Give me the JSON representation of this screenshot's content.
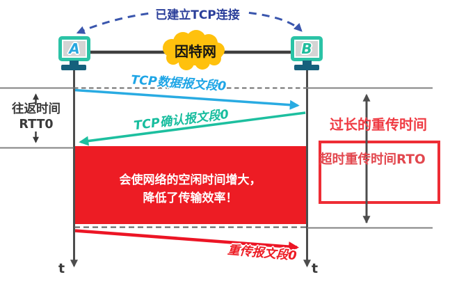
{
  "connection": {
    "label": "已建立TCP连接"
  },
  "hosts": {
    "a": {
      "label": "A"
    },
    "b": {
      "label": "B"
    }
  },
  "network": {
    "label": "因特网"
  },
  "rtt": {
    "line1": "往返时间",
    "line2": "RTT0"
  },
  "messages": {
    "data": "TCP数据报文段0",
    "ack": "TCP确认报文段0",
    "retransmit": "重传报文段0"
  },
  "warning": {
    "line1": "会使网络的空闲时间增大，",
    "line2": "降低了传输效率！"
  },
  "rto": {
    "caption": "过长的重传时间",
    "label": "超时重传时间RTO"
  },
  "time_axis": {
    "a_label": "t",
    "b_label": "t"
  },
  "icons": [
    "monitor-icon-a",
    "monitor-icon-b",
    "cloud-icon",
    "dashed-arc-connection",
    "arrowheads"
  ],
  "colors": {
    "connection_arc": "#3a56ad",
    "connection_text": "#2b3f9a",
    "host_border": "#2bc3a6",
    "host_a_letter": "#29a8e0",
    "host_b_letter": "#1fbd9c",
    "host_stand": "#15607c",
    "cloud_yellow": "#ffc10d",
    "data_arrow_blue": "#29abe2",
    "ack_arrow_teal": "#1dbf9f",
    "warning_red": "#ed1c24",
    "alert_text_red": "#ef3b43",
    "timeline_gray": "#4d4d4d",
    "guide_line_gray": "#828282"
  }
}
